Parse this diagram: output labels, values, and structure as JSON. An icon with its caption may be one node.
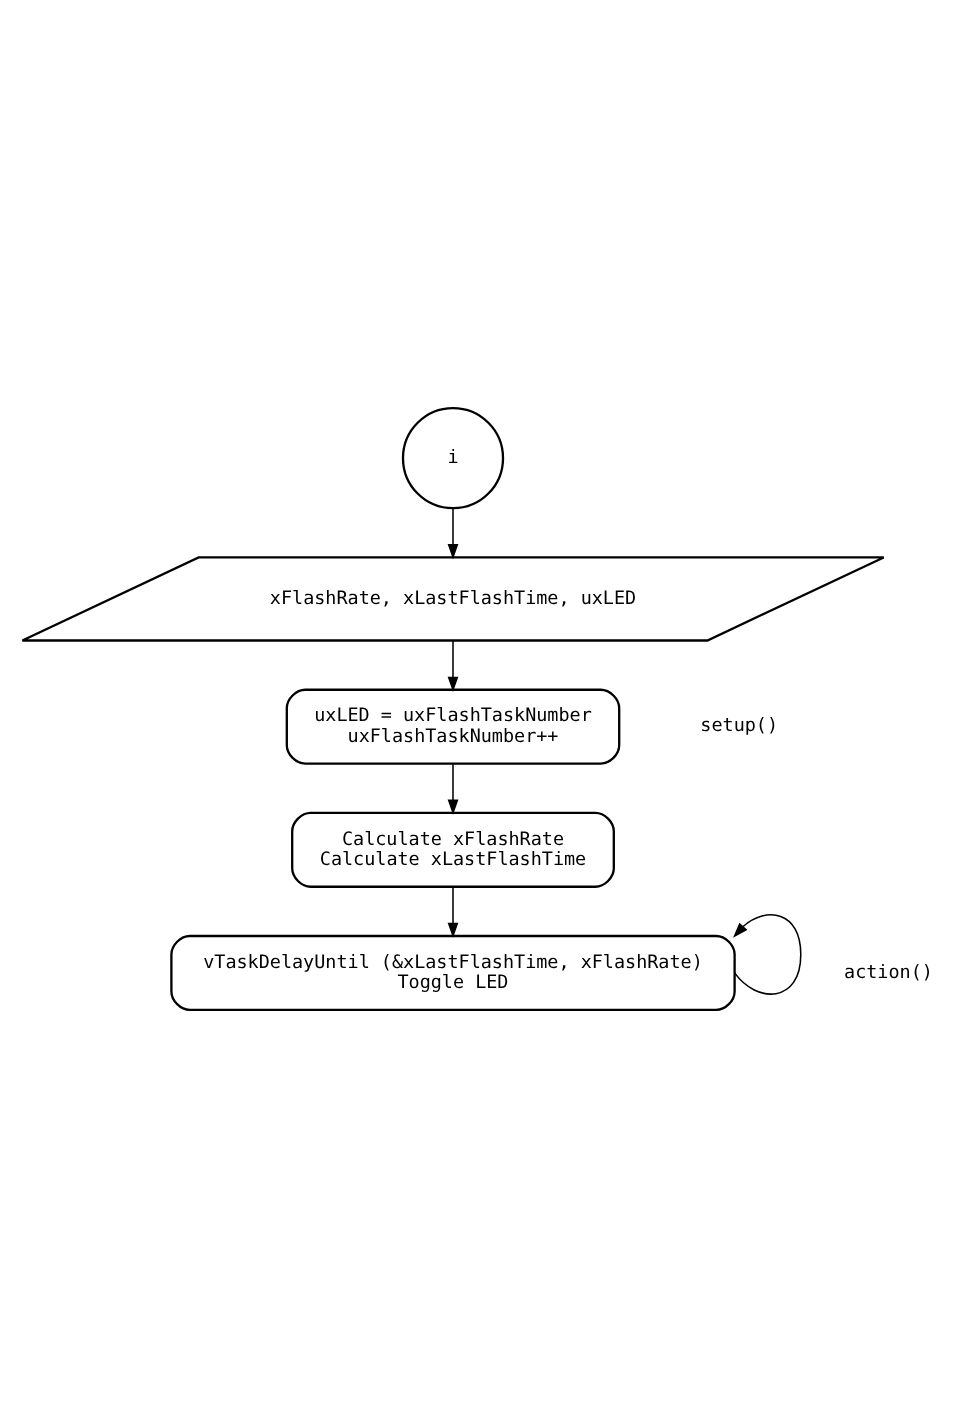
{
  "diagram": {
    "nodes": [
      {
        "text": [
          "i"
        ]
      },
      {
        "text": [
          "xFlashRate, xLastFlashTime, uxLED"
        ]
      },
      {
        "text": [
          "uxLED = uxFlashTaskNumber",
          "uxFlashTaskNumber++"
        ]
      },
      {
        "text": [
          "Calculate xFlashRate",
          "Calculate xLastFlashTime"
        ]
      },
      {
        "text": [
          "vTaskDelayUntil (&xLastFlashTime, xFlashRate)",
          "Toggle LED"
        ]
      }
    ],
    "edges": [
      {
        "from": 0,
        "to": 1,
        "arrow": "to"
      },
      {
        "from": 1,
        "to": 2,
        "arrow": "to"
      },
      {
        "from": 2,
        "to": 3,
        "arrow": "to"
      },
      {
        "from": 3,
        "to": 4,
        "arrow": "to"
      },
      {
        "from": 4,
        "to": 4,
        "arrow": "to"
      }
    ],
    "labels": [
      "setup()",
      "action()"
    ]
  }
}
